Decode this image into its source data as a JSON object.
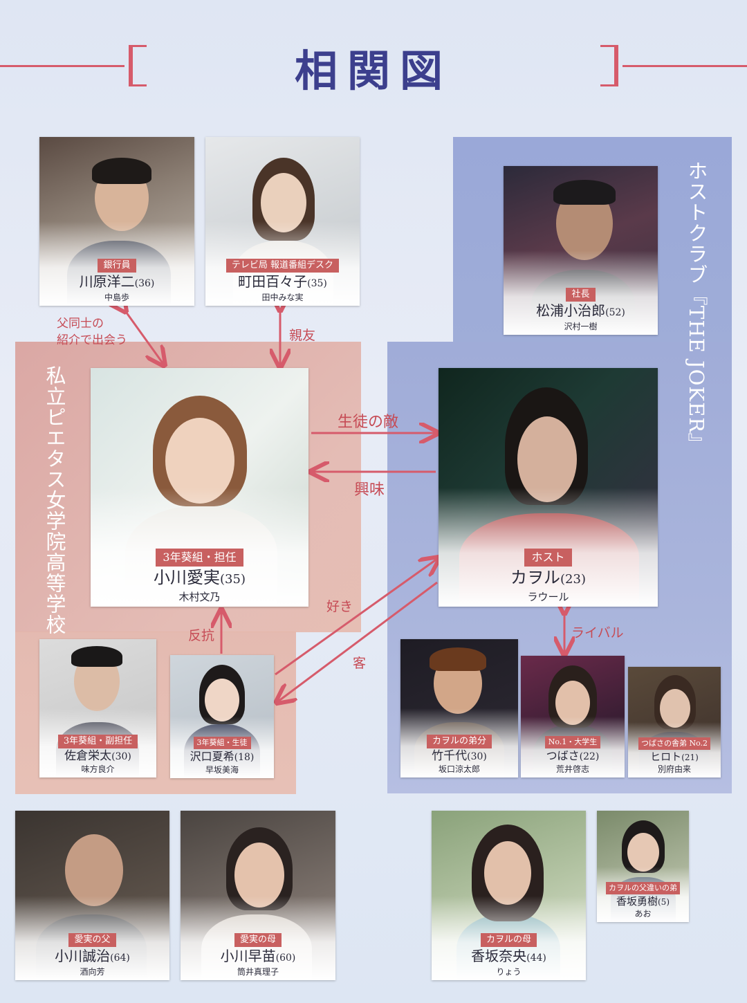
{
  "title": "相関図",
  "colors": {
    "accent": "#d65b6b",
    "title": "#3c3f8d",
    "role_badge": "#c86060",
    "school_region": "#e4b3ab",
    "host_region": "#a2aedb"
  },
  "groups": {
    "school": "私立ピエタス女学院高等学校",
    "host_club": "ホストクラブ『THE JOKER』"
  },
  "characters": {
    "kawahara": {
      "role": "銀行員",
      "name": "川原洋二",
      "age": "(36)",
      "actor": "中島歩"
    },
    "machida": {
      "role": "テレビ局 報道番組デスク",
      "name": "町田百々子",
      "age": "(35)",
      "actor": "田中みな実"
    },
    "matsuura": {
      "role": "社長",
      "name": "松浦小治郎",
      "age": "(52)",
      "actor": "沢村一樹"
    },
    "ogawa_manami": {
      "role": "3年葵組・担任",
      "name": "小川愛実",
      "age": "(35)",
      "actor": "木村文乃"
    },
    "kaoru": {
      "role": "ホスト",
      "name": "カヲル",
      "age": "(23)",
      "actor": "ラウール"
    },
    "sakura": {
      "role": "3年葵組・副担任",
      "name": "佐倉栄太",
      "age": "(30)",
      "actor": "味方良介"
    },
    "sawaguchi": {
      "role": "3年葵組・生徒",
      "name": "沢口夏希",
      "age": "(18)",
      "actor": "早坂美海"
    },
    "takechiyo": {
      "role": "カヲルの弟分",
      "name": "竹千代",
      "age": "(30)",
      "actor": "坂口涼太郎"
    },
    "tsubasa": {
      "role": "No.1・大学生",
      "name": "つばさ",
      "age": "(22)",
      "actor": "荒井啓志"
    },
    "hiroto": {
      "role": "つばさの舎弟 No.2",
      "name": "ヒロト",
      "age": "(21)",
      "actor": "別府由来"
    },
    "ogawa_seiji": {
      "role": "愛実の父",
      "name": "小川誠治",
      "age": "(64)",
      "actor": "酒向芳"
    },
    "ogawa_sanae": {
      "role": "愛実の母",
      "name": "小川早苗",
      "age": "(60)",
      "actor": "筒井真理子"
    },
    "kousaka_nao": {
      "role": "カヲルの母",
      "name": "香坂奈央",
      "age": "(44)",
      "actor": "りょう"
    },
    "kousaka_yuki": {
      "role": "カヲルの父違いの弟",
      "name": "香坂勇樹",
      "age": "(5)",
      "actor": "あお"
    }
  },
  "relations": {
    "fathers_intro": "父同士の\n紹介で出会う",
    "best_friend": "親友",
    "enemy_of_students": "生徒の敵",
    "interest": "興味",
    "likes": "好き",
    "customer": "客",
    "rebellion": "反抗",
    "rival": "ライバル"
  }
}
